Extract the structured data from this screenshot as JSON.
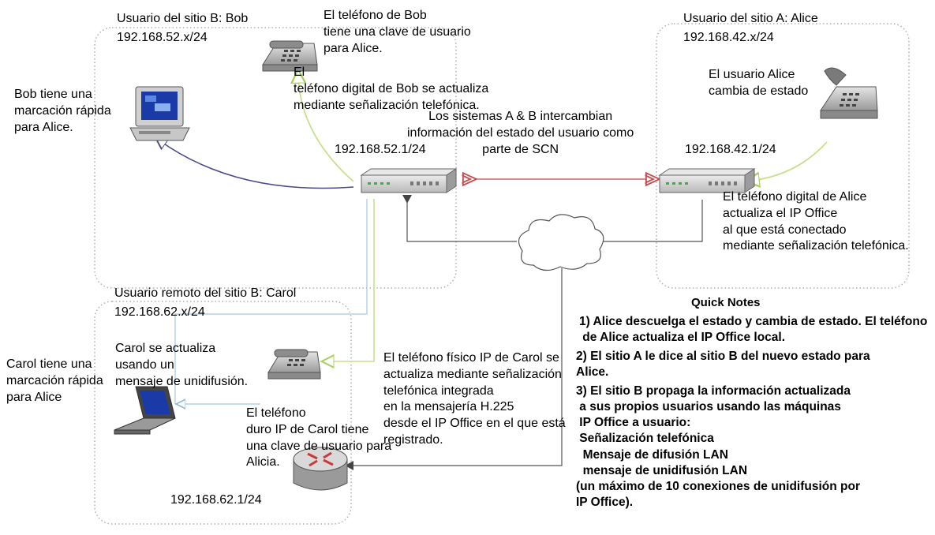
{
  "site_b": {
    "user_title": "Usuario del sitio B: Bob",
    "subnet": "192.168.52.x/24",
    "system_ip": "192.168.52.1/24"
  },
  "site_a": {
    "user_title": "Usuario del sitio A: Alice",
    "subnet": "192.168.42.x/24",
    "system_ip": "192.168.42.1/24"
  },
  "remote": {
    "user_title": "Usuario remoto del sitio B: Carol",
    "subnet": "192.168.62.x/24",
    "router_ip": "192.168.62.1/24"
  },
  "labels": {
    "bob_phone_key": "El teléfono de Bob\ntiene una clave de usuario\npara Alice.",
    "bob_phone_update": "El\nteléfono digital de Bob se actualiza\nmediante señalización telefónica.",
    "bob_speed_dial": "Bob tiene una\nmarcación rápida\npara Alice.",
    "alice_change": "El usuario Alice\ncambia de estado",
    "systems_exchange": "Los sistemas A & B intercambian\ninformación del estado del usuario como\nparte de SCN",
    "alice_phone_update": "El teléfono digital de Alice\nactualiza el IP Office\nal que está conectado\nmediante señalización telefónica.",
    "carol_updated": "Carol se actualiza\nusando un\nmensaje de unidifusión.",
    "carol_speed_dial": "Carol tiene una\nmarcación rápida\npara Alice",
    "carol_phone_key": "El teléfono\nduro IP de Carol tiene\nuna clave de usuario para\nAlicia.",
    "carol_phone_update": "El teléfono físico IP de Carol se\nactualiza mediante señalización\ntelefónica integrada\nen la mensajería H.225\ndesde el IP Office en el que está\nregistrado."
  },
  "notes": {
    "title": "Quick Notes",
    "items": [
      "1) Alice descuelga el estado y cambia de estado. El teléfono\n de Alice actualiza el IP Office local.",
      "2) El sitio A le dice al sitio B del nuevo estado para\nAlice.",
      "3) El sitio B propaga la información actualizada\n a sus propios usuarios usando las máquinas\n IP Office a usuario:\n Señalización telefónica\n  Mensaje de difusión LAN\n  mensaje de unidifusión LAN\n(un máximo de 10 conexiones de unidifusión por\nIP Office)."
    ]
  },
  "colors": {
    "green_wire": "#c8e08a",
    "blue_wire": "#4a4a8c",
    "red_link": "#c84b4b",
    "light_blue_wire": "#a9c8e0",
    "gray_wire": "#555555",
    "zone_border": "#b0b0b0"
  },
  "icons": [
    "desktop-computer-icon",
    "desk-phone-icon",
    "network-switch-icon",
    "cloud-icon",
    "laptop-icon",
    "router-icon"
  ]
}
